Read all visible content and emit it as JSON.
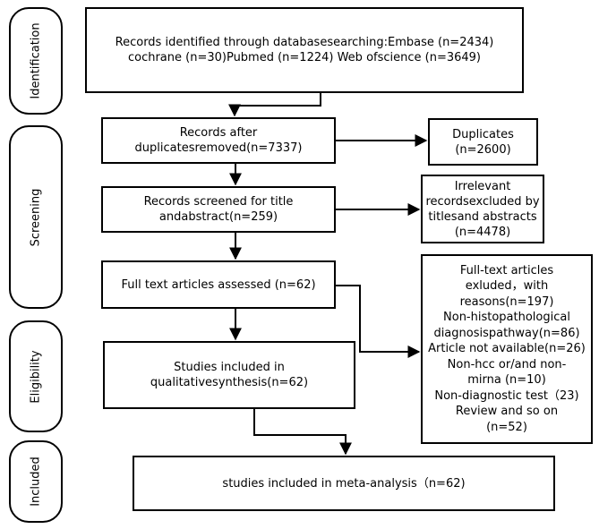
{
  "stages": [
    {
      "id": "identification",
      "label": "Identification"
    },
    {
      "id": "screening",
      "label": "Screening"
    },
    {
      "id": "eligibility",
      "label": "Eligibility"
    },
    {
      "id": "included",
      "label": "Included"
    }
  ],
  "boxes": {
    "identified": {
      "lines": [
        "Records identified through databasesearching:Embase (n=2434)",
        "cochrane (n=30)Pubmed (n=1224) Web ofscience (n=3649)"
      ]
    },
    "after_duplicates": {
      "lines": [
        "Records after",
        "duplicatesremoved(n=7337)"
      ]
    },
    "duplicates": {
      "lines": [
        "Duplicates",
        "(n=2600)"
      ]
    },
    "screened": {
      "lines": [
        "Records screened for title",
        "andabstract(n=259)"
      ]
    },
    "irrelevant": {
      "lines": [
        "Irrelevant",
        "recordsexcluded by",
        "titlesand abstracts",
        "(n=4478)"
      ]
    },
    "full_text": {
      "lines": [
        "Full text articles assessed (n=62)"
      ]
    },
    "excluded_full_text": {
      "lines": [
        "Full-text articles",
        "exluded，with",
        "reasons(n=197)",
        "Non-histopathological",
        "diagnosispathway(n=86)",
        "Article not available(n=26)",
        "Non-hcc or/and non-",
        "mirna (n=10)",
        "Non-diagnostic test（23)",
        "Review and so on",
        "(n=52)"
      ]
    },
    "qualitative": {
      "lines": [
        "Studies included in",
        "qualitativesynthesis(n=62)"
      ]
    },
    "meta": {
      "lines": [
        "studies included in meta-analysis（n=62)"
      ]
    }
  }
}
